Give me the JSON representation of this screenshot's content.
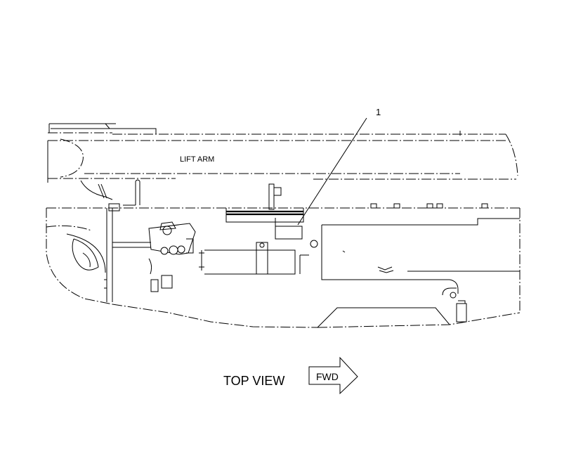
{
  "labels": {
    "callout": "1",
    "lift_arm": "LIFT ARM",
    "view": "TOP VIEW",
    "direction": "FWD"
  }
}
